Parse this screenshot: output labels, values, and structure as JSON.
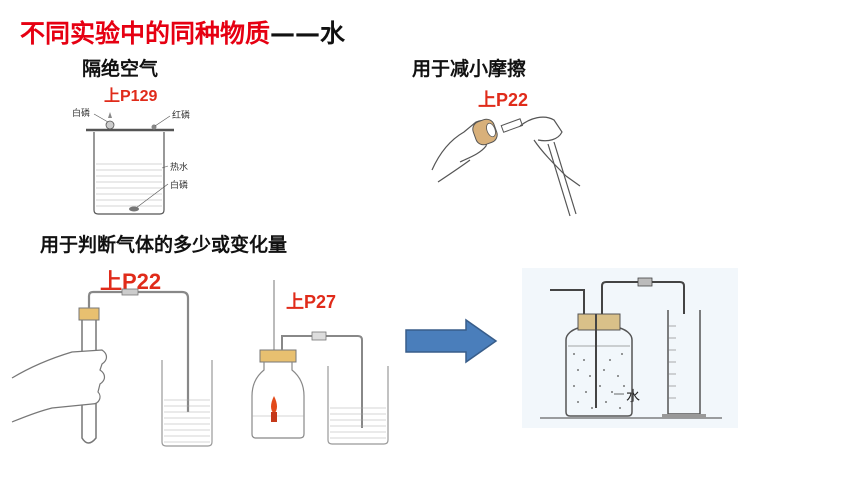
{
  "slide": {
    "title_main": "不同实验中的同种物质",
    "title_suffix": "——水",
    "captions": {
      "isolate_air": "隔绝空气",
      "reduce_friction": "用于减小摩擦",
      "judge_gas": "用于判断气体的多少或变化量"
    },
    "figures": {
      "fig1": {
        "page_ref": "上P129",
        "label_white_p_top": "白磷",
        "label_red_p": "红磷",
        "label_hot_water": "热水",
        "label_white_p_bottom": "白磷"
      },
      "fig2": {
        "page_ref": "上P22"
      },
      "fig3": {
        "page_ref": "上P22"
      },
      "fig4": {
        "page_ref": "上P27"
      },
      "fig5": {
        "label_water": "水"
      }
    },
    "colors": {
      "title_red": "#e60012",
      "arrow_blue": "#4a7ebb",
      "page_ref_red": "#e02b1a"
    },
    "icons": [
      "right-arrow-icon"
    ]
  }
}
